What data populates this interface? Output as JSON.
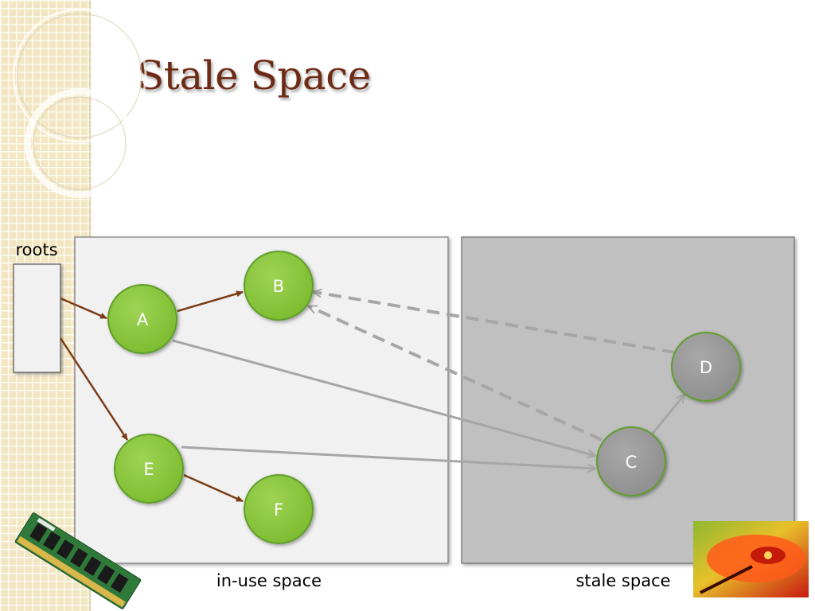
{
  "slide": {
    "title": "Stale Space"
  },
  "diagram": {
    "roots_label": "roots",
    "in_use_caption": "in-use space",
    "stale_caption": "stale space",
    "nodes": {
      "A": "A",
      "B": "B",
      "C": "C",
      "D": "D",
      "E": "E",
      "F": "F"
    },
    "colors": {
      "title": "#6e2a14",
      "live_node": "#8cc63e",
      "live_node_border": "#5f9e2a",
      "stale_node": "#9a9a9a",
      "root_edge": "#7a3c16",
      "stale_edge": "#a6a6a6",
      "in_use_region": "#f1f1f1",
      "stale_region": "#c0c0c0"
    },
    "edges": [
      {
        "from": "roots",
        "to": "A",
        "style": "solid"
      },
      {
        "from": "roots",
        "to": "E",
        "style": "solid"
      },
      {
        "from": "A",
        "to": "B",
        "style": "solid"
      },
      {
        "from": "E",
        "to": "F",
        "style": "solid"
      },
      {
        "from": "A",
        "to": "C",
        "style": "solid"
      },
      {
        "from": "E",
        "to": "C",
        "style": "solid"
      },
      {
        "from": "C",
        "to": "D",
        "style": "solid"
      },
      {
        "from": "C",
        "to": "B",
        "style": "dashed"
      },
      {
        "from": "D",
        "to": "B",
        "style": "dashed"
      }
    ]
  },
  "images": {
    "left_decoration": "ram-module",
    "right_decoration": "hard-disk-platter"
  }
}
